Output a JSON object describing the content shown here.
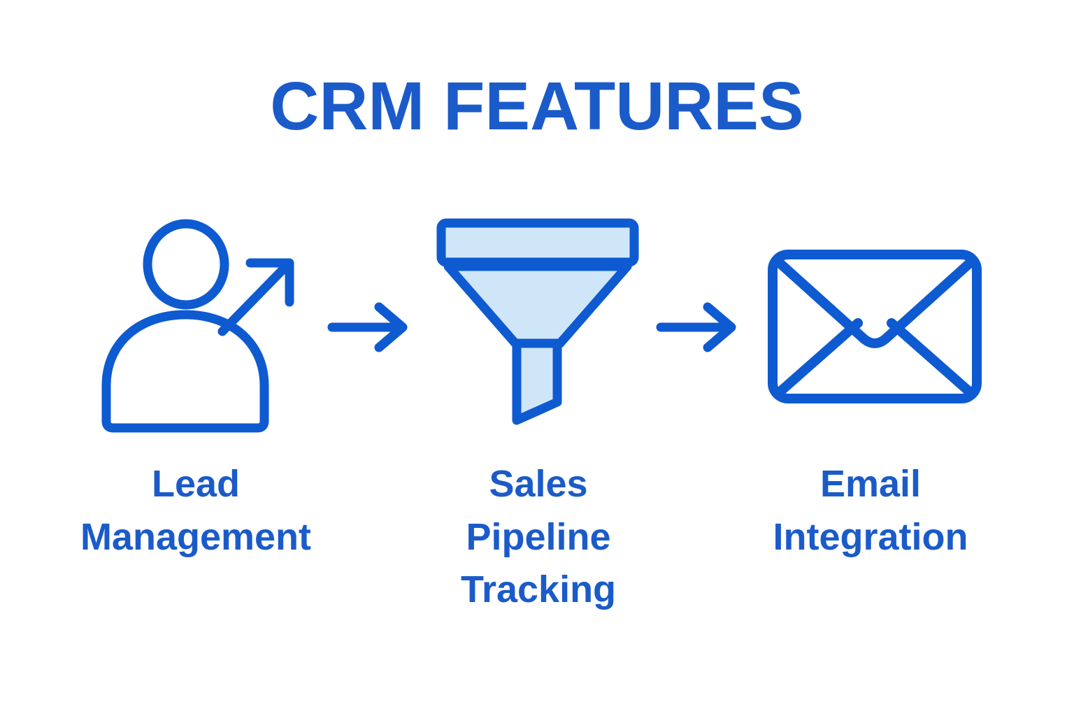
{
  "title": "CRM FEATURES",
  "colors": {
    "icon_blue": "#0e5ad1",
    "text_blue": "#1b5bc9",
    "funnel_fill": "#cfe6f9",
    "background": "#ffffff"
  },
  "features": [
    {
      "id": "lead-management",
      "label": "Lead\nManagement",
      "icon": "person-arrow-icon"
    },
    {
      "id": "sales-pipeline-tracking",
      "label": "Sales\nPipeline\nTracking",
      "icon": "funnel-icon"
    },
    {
      "id": "email-integration",
      "label": "Email\nIntegration",
      "icon": "envelope-icon"
    }
  ],
  "connectors": [
    {
      "id": "connector-1",
      "icon": "arrow-right-icon"
    },
    {
      "id": "connector-2",
      "icon": "arrow-right-icon"
    }
  ]
}
